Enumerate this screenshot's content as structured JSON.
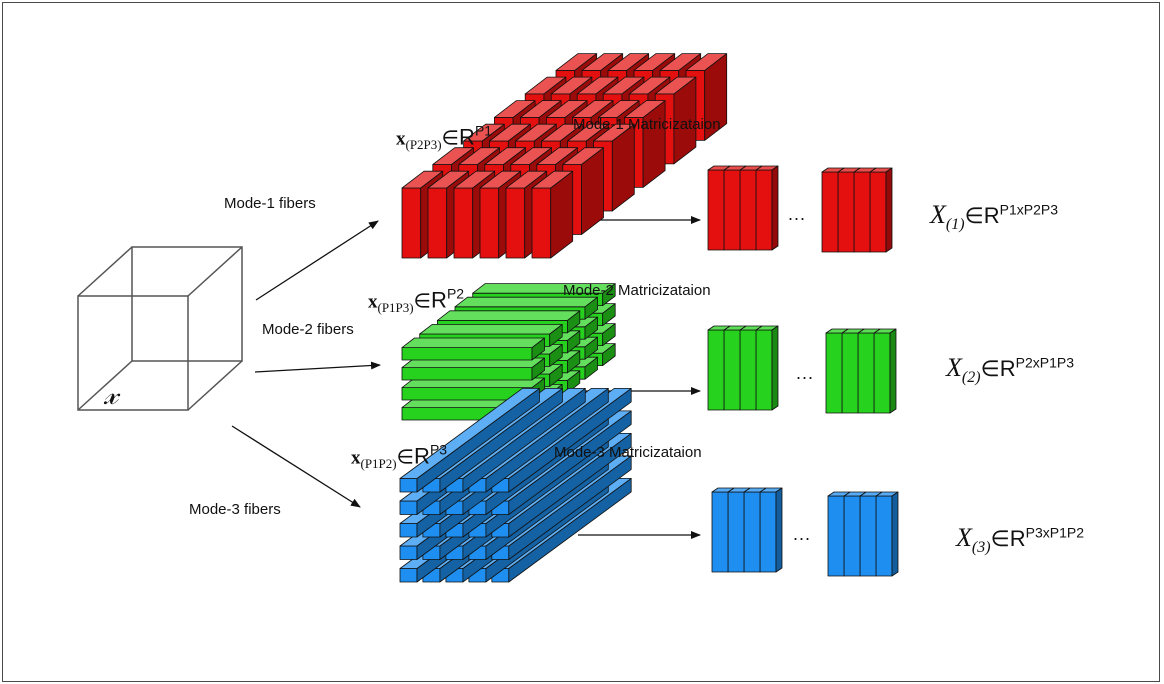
{
  "tensor": {
    "symbol": "𝓍"
  },
  "mode1": {
    "fibers_label": "Mode-1 fibers",
    "matricization_label": "Mode-1 Matricizataion",
    "fiber_symbol": "x",
    "fiber_subscript": "(P2P3)",
    "elem": "∈",
    "space": "R",
    "space_exp": "P1",
    "unfold_symbol": "X",
    "unfold_index": "(1)",
    "unfold_exp": "P1xP2P3",
    "ellipsis": "...",
    "color": "#e3100f"
  },
  "mode2": {
    "fibers_label": "Mode-2 fibers",
    "matricization_label": "Mode-2 Matricizataion",
    "fiber_symbol": "x",
    "fiber_subscript": "(P1P3)",
    "elem": "∈",
    "space": "R",
    "space_exp": "P2",
    "unfold_symbol": "X",
    "unfold_index": "(2)",
    "unfold_exp": "P2xP1P3",
    "ellipsis": "...",
    "color": "#26d21e"
  },
  "mode3": {
    "fibers_label": "Mode-3 fibers",
    "matricization_label": "Mode-3 Matricizataion",
    "fiber_symbol": "x",
    "fiber_subscript": "(P1P2)",
    "elem": "∈",
    "space": "R",
    "space_exp": "P3",
    "unfold_symbol": "X",
    "unfold_index": "(3)",
    "unfold_exp": "P3xP1P2",
    "ellipsis": "...",
    "color": "#1e8ff0"
  }
}
